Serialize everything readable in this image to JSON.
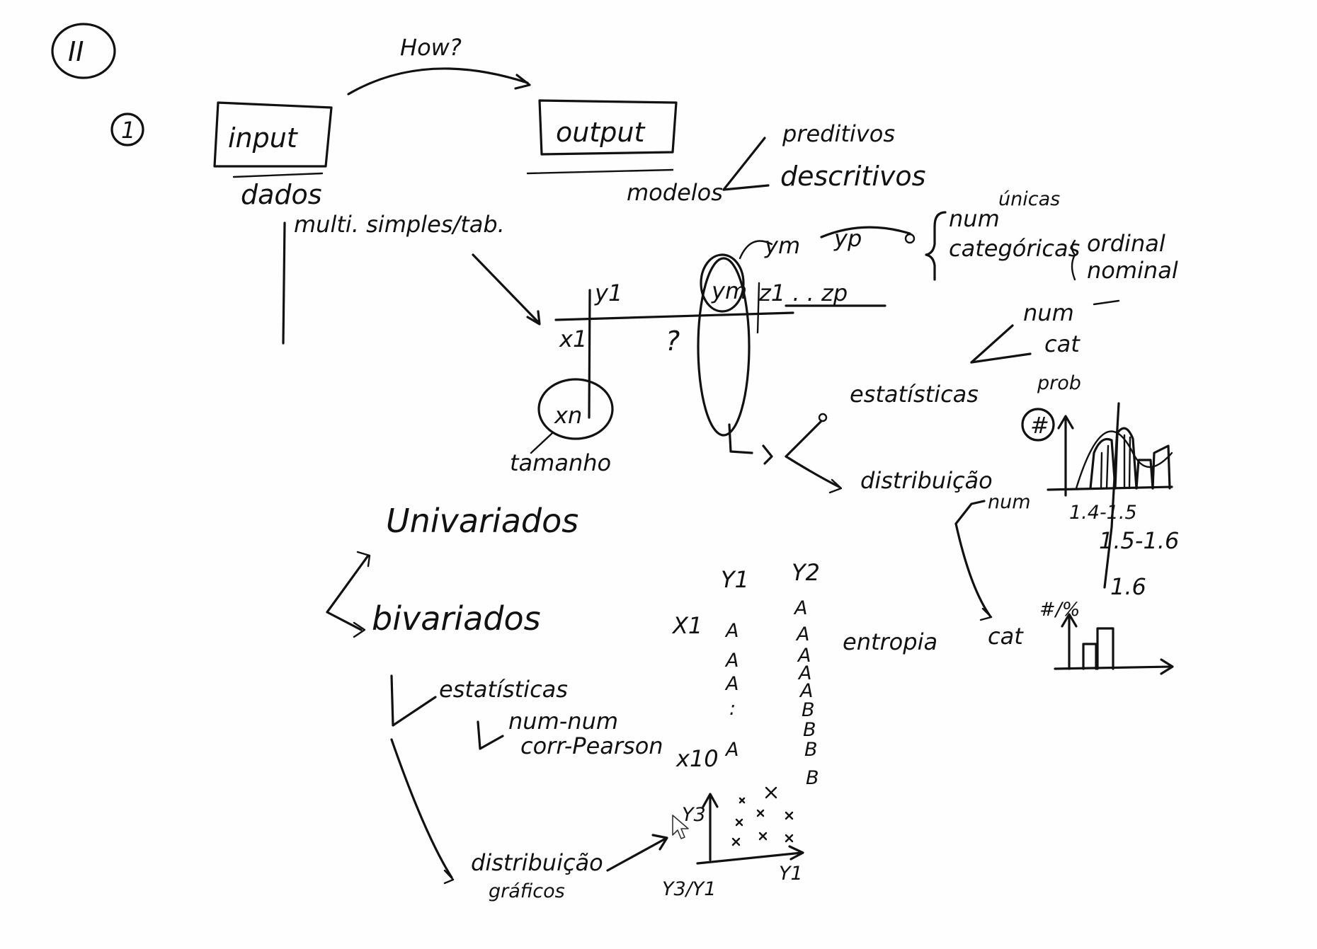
{
  "section_label": "II",
  "item_number": "1",
  "flow": {
    "question": "How?",
    "input": "input",
    "input_sub": "dados",
    "output": "output",
    "output_sub": "modelos",
    "model_types": [
      "preditivos",
      "descritivos"
    ]
  },
  "data_table": {
    "source": "multi. simples/tab.",
    "y1": "y1",
    "ym": "ym",
    "ym_top": "ym",
    "yp": "yp",
    "z_range": "z1 . . zp",
    "x1": "x1",
    "xn": "xn",
    "size": "tamanho",
    "question_mark": "?",
    "var_types": {
      "unique_note": "únicas",
      "num": "num",
      "categorical": "categóricas",
      "cat_types": [
        "ordinal",
        "nominal"
      ]
    }
  },
  "analysis": {
    "stats": "estatísticas",
    "stats_types": [
      "num",
      "cat"
    ],
    "distribution": "distribuição",
    "dist_num": "num",
    "dist_cat": "cat",
    "prob": "prob",
    "hash": "#",
    "bins": [
      "1.4-1.5",
      "1.5-1.6",
      "1.6"
    ],
    "cat_axis": "#/%"
  },
  "lower": {
    "univariate": "Univariados",
    "bivariate": "bivariados",
    "bi_stats": "estatísticas",
    "num_num": "num-num",
    "corr": "corr-Pearson",
    "bi_dist": "distribuição",
    "bi_dist_sub": "gráficos",
    "entropy": "entropia",
    "table_y1": "Y1",
    "table_y2": "Y2",
    "table_x1": "X1",
    "table_x10": "x10",
    "y1_col": [
      "A",
      "A",
      "A",
      ":",
      "A"
    ],
    "y2_col": [
      "A",
      "A",
      "A",
      "A",
      "A",
      "B",
      "B",
      "B",
      "B"
    ],
    "scatter_y": "Y3",
    "scatter_x": "Y1",
    "scatter_origin": "Y3/Y1"
  }
}
